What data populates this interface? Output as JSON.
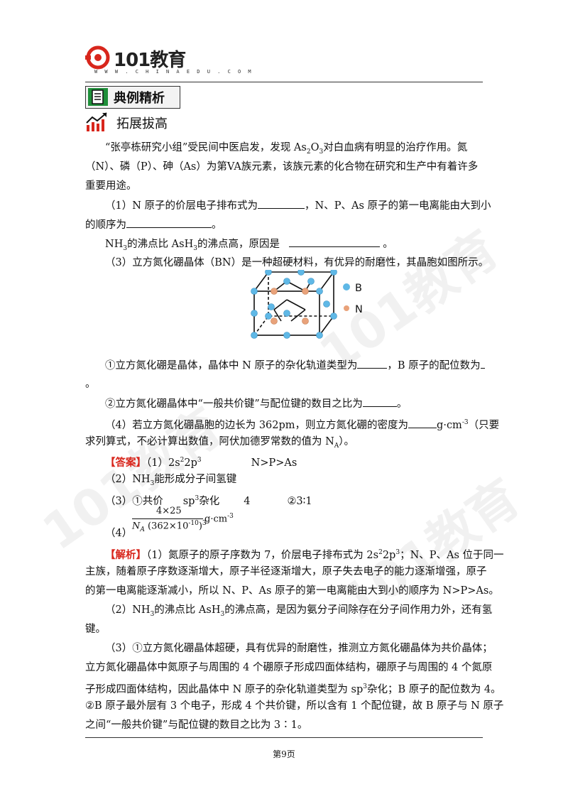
{
  "brand": {
    "name": "101教育",
    "url": "W W W . C H I N A E D U . C O M",
    "watermark": "101教育"
  },
  "sections": {
    "s1": "典例精析",
    "s2": "拓展拔高"
  },
  "problem": {
    "intro1": "“张亭栋研究小组”受民间中医启发，发现 As",
    "intro1_b": "O",
    "intro1_c": "对白血病有明显的治疗作用。氮",
    "intro2": "（N）、磷（P）、砷（As）为第VA族元素，该族元素的化合物在研究和生产中有着许多",
    "intro3": "重要用途。",
    "q1a": "（1）N 原子的价层电子排布式为",
    "q1b": "，N、P、As 原子的第一电离能由大到小",
    "q1c": "的顺序为",
    "q1d": "。",
    "q2a": "NH",
    "q2b": "的沸点比 AsH",
    "q2c": "的沸点高，原因是",
    "q2d": "。",
    "q3": "（3）立方氮化硼晶体（BN）是一种超硬材料，有优异的耐磨性，其晶胞如图所示。",
    "legend_b": "B",
    "legend_n": "N",
    "q3_1a": "①立方氮化硼是晶体，晶体中 N 原子的杂化轨道类型为",
    "q3_1b": "，B  原子的配位数为",
    "q3_1c": "。",
    "q3_2a": "②立方氮化硼晶体中“一般共价键”与配位键的数目之比为",
    "q3_2b": "。",
    "q4a": "（4）若立方氮化硼晶胞的边长为 362pm，则立方氮化硼的密度为",
    "q4b": "g·cm",
    "q4c": "（只要",
    "q4d": "求列算式，不必计算出数值，阿伏加德罗常数的值为 N",
    "q4e": "）。"
  },
  "answer": {
    "tag": "【答案】",
    "a1": "（1）2s",
    "a1b": "2p",
    "a1c": "N>P>As",
    "a2": "（2）NH",
    "a2b": "能形成分子间氢键",
    "a3a": "（3）①共价",
    "a3b": "sp",
    "a3c": "杂化",
    "a3d": "4",
    "a3e": "②3∶1",
    "a4_num": "4×25",
    "a4_den_a": "N",
    "a4_den_b": "(362×10",
    "a4_den_c": ")",
    "a4_unit": "g·cm",
    "a4_label": "（4）"
  },
  "analysis": {
    "tag": "【解析】",
    "l1": "（1）氮原子的原子序数为 7，价层电子排布式为 2s",
    "l1b": "2p",
    "l1c": "；N、P、As 位于同一",
    "l2": "主族，随着原子序数逐渐增大，原子半径逐渐增大，原子失去电子的能力逐渐增强，原子",
    "l3": "的第一电离能逐渐减小，所以 N、P、As 原子的第一电离能由大到小的顺序为 N>P>As。",
    "l4a": "（2）NH",
    "l4b": "的沸点比 AsH",
    "l4c": "的沸点高，是因为氨分子间除存在分子间作用力外，还有氢",
    "l5": "键。",
    "l6": "（3）①立方氮化硼晶体超硬，具有优异的耐磨性，推测立方氮化硼晶体为共价晶体；",
    "l7": "立方氮化硼晶体中氮原子与周围的 4 个硼原子形成四面体结构，硼原子与周围的 4 个氮原",
    "l8a": "子形成四面体结构，因此晶体中 N 原子的杂化轨道类型为 sp",
    "l8b": "杂化；B 原子的配位数为 4。",
    "l9": "②B 原子最外层有 3 个电子，形成 4 个共价键，所以含有 1 个配位键，故 B 原子与 N 原子",
    "l10": "之间“一般共价键”与配位键的数目之比为 3∶1。"
  },
  "footer": {
    "page": "第9页"
  },
  "colors": {
    "boron": "#5fb8e6",
    "nitrogen": "#e9a27a",
    "accent": "#d8261c"
  }
}
